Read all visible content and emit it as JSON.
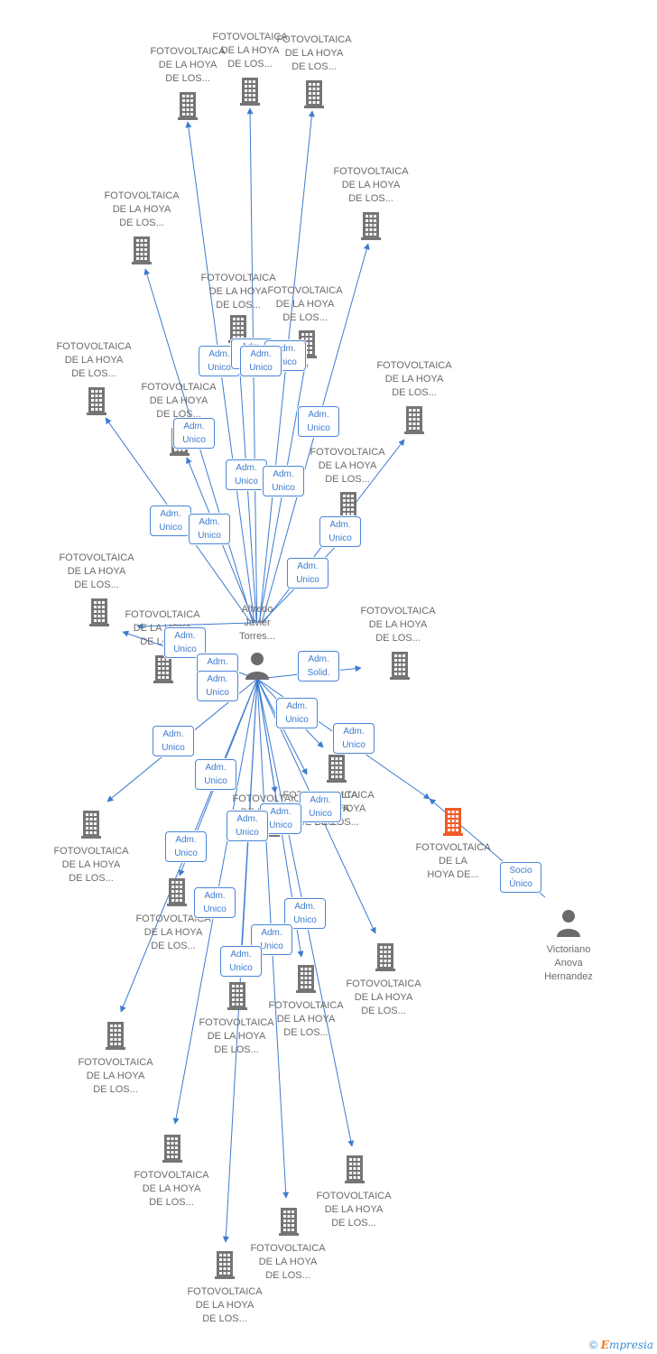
{
  "colors": {
    "edge": "#3d7bd0",
    "building": "#757575",
    "building_highlight": "#f05a28",
    "person": "#6b6b6b"
  },
  "persons": [
    {
      "id": "alfredo",
      "label": "Alfredo\nJavier\nTorres...",
      "icon": "person-icon"
    },
    {
      "id": "victoriano",
      "label": "Victoriano\nAnova\nHernandez",
      "icon": "person-icon"
    }
  ],
  "companies": [
    {
      "id": "c1",
      "label": "FOTOVOLTAICA\nDE LA HOYA\nDE LOS..."
    },
    {
      "id": "c2",
      "label": "FOTOVOLTAICA\nDE LA HOYA\nDE LOS..."
    },
    {
      "id": "c3",
      "label": "FOTOVOLTAICA\nDE LA HOYA\nDE LOS..."
    },
    {
      "id": "c4",
      "label": "FOTOVOLTAICA\nDE LA HOYA\nDE LOS..."
    },
    {
      "id": "c5",
      "label": "FOTOVOLTAICA\nDE LA HOYA\nDE LOS..."
    },
    {
      "id": "c6",
      "label": "FOTOVOLTAICA\nDE LA HOYA\nDE LOS..."
    },
    {
      "id": "c7",
      "label": "FOTOVOLTAICA\nDE LA HOYA\nDE LOS..."
    },
    {
      "id": "c8",
      "label": "FOTOVOLTAICA\nDE LA HOYA\nDE LOS..."
    },
    {
      "id": "c9",
      "label": "FOTOVOLTAICA\nDE LA HOYA\nDE LOS..."
    },
    {
      "id": "c10",
      "label": "FOTOVOLTAICA\nDE LA HOYA\nDE LOS..."
    },
    {
      "id": "c11",
      "label": "FOTOVOLTAICA\nDE LA HOYA\nDE LOS..."
    },
    {
      "id": "c12",
      "label": "FOTOVOLTAICA\nDE LA HOYA\nDE LOS..."
    },
    {
      "id": "c13",
      "label": "FOTOVOLTAICA\nDE LA HOYA\nDE LOS..."
    },
    {
      "id": "c14",
      "label": "FOTOVOLTAICA\nDE LA HOYA\nDE LOS..."
    },
    {
      "id": "c15",
      "label": "FOTOVOLTAICA\nDE LA HOYA\nDE LOS..."
    },
    {
      "id": "c16",
      "label": "FOTOVOLTAICA\nDE LA\nHOYA DE...",
      "highlight": true
    },
    {
      "id": "c17",
      "label": "FOTOVOLTAICA\nDE LA HOYA\nDE LOS..."
    },
    {
      "id": "c18",
      "label": "FOTOVOLTAICA\nDE LA HOYA\nDE LOS..."
    },
    {
      "id": "c19",
      "label": "FOTOVOLTAICA\nDE LA HOYA\nDE LOS..."
    },
    {
      "id": "c20",
      "label": "FOTOVOLTAICA\nDE LA HOYA\nDE LOS..."
    },
    {
      "id": "c21",
      "label": "FOTOVOLTAICA\nDE LA HOYA\nDE LOS..."
    },
    {
      "id": "c22",
      "label": "FOTOVOLTAICA\nDE LA HOYA\nDE LOS..."
    },
    {
      "id": "c23",
      "label": "FOTOVOLTAICA\nDE LA HOYA\nDE LOS..."
    },
    {
      "id": "c24",
      "label": "FOTOVOLTAICA\nDE LA HOYA\nDE LOS..."
    },
    {
      "id": "c25",
      "label": "FOTOVOLTAICA\nDE LA HOYA\nDE LOS..."
    },
    {
      "id": "c26",
      "label": "FOTOVOLTAICA\nDE LA HOYA\nDE LOS..."
    },
    {
      "id": "c27",
      "label": "FOTOVOLTAICA\nDE LA HOYA\nDE LOS..."
    },
    {
      "id": "c28",
      "label": "FOTOVOLTAICA\nDE LA HOYA\nDE LOS..."
    }
  ],
  "relations": [
    {
      "from": "alfredo",
      "to": "c1",
      "label": "Adm.\nUnico"
    },
    {
      "from": "alfredo",
      "to": "c2",
      "label": "Adm.\nUnico"
    },
    {
      "from": "alfredo",
      "to": "c3",
      "label": "Adm.\nUnico"
    },
    {
      "from": "alfredo",
      "to": "c4",
      "label": "Adm.\nUnico"
    },
    {
      "from": "alfredo",
      "to": "c5",
      "label": "Adm.\nUnico"
    },
    {
      "from": "alfredo",
      "to": "c6",
      "label": "Adm.\nUnico"
    },
    {
      "from": "alfredo",
      "to": "c7",
      "label": "Adm.\nUnico"
    },
    {
      "from": "alfredo",
      "to": "c8",
      "label": "Adm.\nUnico"
    },
    {
      "from": "alfredo",
      "to": "c9",
      "label": "Adm.\nUnico"
    },
    {
      "from": "alfredo",
      "to": "c10",
      "label": "Adm.\nUnico"
    },
    {
      "from": "alfredo",
      "to": "c11",
      "label": "Adm.\nUnico"
    },
    {
      "from": "alfredo",
      "to": "c12",
      "label": "Adm.\nUnico"
    },
    {
      "from": "alfredo",
      "to": "c13",
      "label": "Adm.\nUnico"
    },
    {
      "from": "alfredo",
      "to": "c14",
      "label": "Adm.\nSolid."
    },
    {
      "from": "alfredo",
      "to": "c15",
      "label": "Adm.\nUnico"
    },
    {
      "from": "alfredo",
      "to": "c16",
      "label": "Adm.\nUnico"
    },
    {
      "from": "victoriano",
      "to": "c16",
      "label": "Socio\nÚnico"
    },
    {
      "from": "alfredo",
      "to": "c17",
      "label": "Adm.\nUnico"
    },
    {
      "from": "alfredo",
      "to": "c18",
      "label": "Adm.\nUnico"
    },
    {
      "from": "alfredo",
      "to": "c19",
      "label": "Adm.\nUnico"
    },
    {
      "from": "alfredo",
      "to": "c20",
      "label": "Adm.\nUnico"
    },
    {
      "from": "alfredo",
      "to": "c21",
      "label": "Adm.\nUnico"
    },
    {
      "from": "alfredo",
      "to": "c22",
      "label": "Adm.\nUnico"
    },
    {
      "from": "alfredo",
      "to": "c23",
      "label": "Adm.\nUnico"
    },
    {
      "from": "alfredo",
      "to": "c24",
      "label": "Adm.\nUnico"
    },
    {
      "from": "alfredo",
      "to": "c25",
      "label": "Adm.\nUnico"
    },
    {
      "from": "alfredo",
      "to": "c26",
      "label": "Adm.\nUnico"
    },
    {
      "from": "alfredo",
      "to": "c27",
      "label": "Adm.\nUnico"
    },
    {
      "from": "alfredo",
      "to": "c28",
      "label": "Adm.\nUnico"
    }
  ],
  "brand": {
    "copyright": "©",
    "name_initial": "E",
    "name_rest": "mpresia"
  }
}
